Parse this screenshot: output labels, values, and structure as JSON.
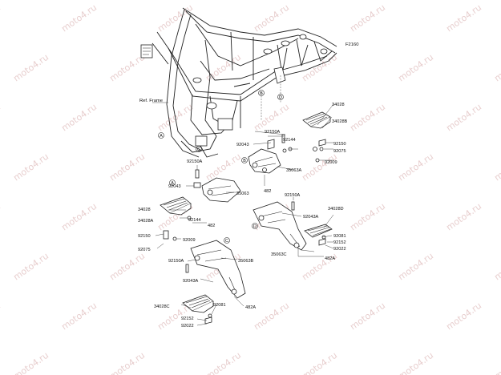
{
  "diagram": {
    "code": "F2160",
    "ref_frame": "Ref. Frame",
    "watermark": "moto4.ru",
    "callouts": [
      "A",
      "B",
      "C",
      "D",
      "A",
      "B",
      "C",
      "D"
    ],
    "labels": {
      "p34028": "34028",
      "p34028B": "34028B",
      "p92150_r": "92150",
      "p92075_r": "92075",
      "p92009_r": "92009",
      "p92144_c": "92144",
      "p92150A_c": "92150A",
      "p92043_c": "92043",
      "p35063A": "35063A",
      "p482_c": "482",
      "p92150A_l": "92150A",
      "p92043_l": "92043",
      "p35063": "35063",
      "p34028_l": "34028",
      "p34028A": "34028A",
      "p92144_l": "92144",
      "p482_l": "482",
      "p92150_l": "92150",
      "p92009_l": "92009",
      "p92075_l": "92075",
      "p92150A_b": "92150A",
      "p35063B": "35063B",
      "p92043A_b": "92043A",
      "p482A_b": "482A",
      "p34028C": "34028C",
      "p92081_b": "92081",
      "p92152_b": "92152",
      "p92022_b": "92022",
      "p92150A_rr": "92150A",
      "p92043A_rr": "92043A",
      "p34028D": "34028D",
      "p92081_rr": "92081",
      "p92152_rr": "92152",
      "p92022_rr": "92022",
      "p35063C": "35063C",
      "p482A_rr": "482A"
    }
  }
}
